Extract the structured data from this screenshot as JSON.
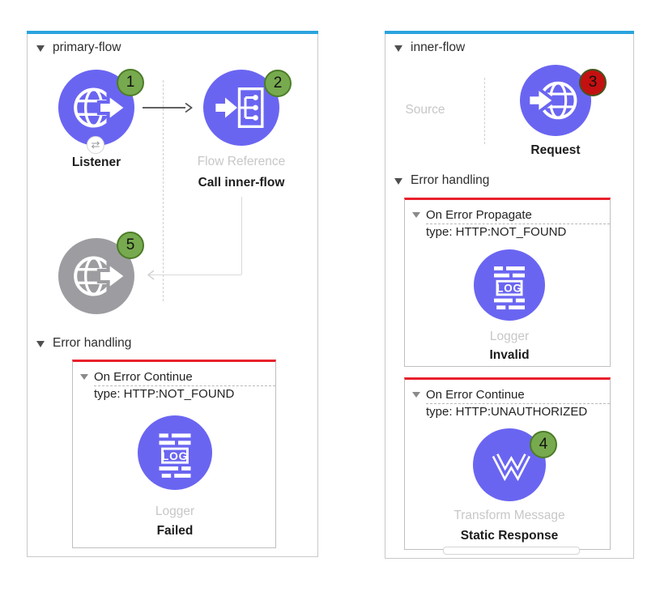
{
  "colors": {
    "node_blue": "#6A65F1",
    "node_gray": "#9D9DA1",
    "flow_selected_bar_blue": "#2BA3DE",
    "error_scope_bar_red": "#E8212B",
    "badge_green": "#77AA4E",
    "badge_red": "#C41010"
  },
  "icons": {
    "exchange_glyph": "⇄"
  },
  "primary_flow": {
    "title": "primary-flow",
    "listener": {
      "name": "Listener",
      "badge": "1"
    },
    "flow_reference": {
      "type_label": "Flow Reference",
      "name": "Call inner-flow",
      "badge": "2"
    },
    "outbound_endpoint": {
      "badge": "5"
    },
    "error_handling": {
      "title": "Error handling",
      "scope": {
        "title": "On Error Continue",
        "type": "type: HTTP:NOT_FOUND",
        "logger": {
          "type_label": "Logger",
          "name": "Failed"
        }
      }
    }
  },
  "inner_flow": {
    "title": "inner-flow",
    "source_label": "Source",
    "request": {
      "name": "Request",
      "badge": "3"
    },
    "error_handling": {
      "title": "Error handling",
      "scopes": [
        {
          "title": "On Error Propagate",
          "type": "type: HTTP:NOT_FOUND",
          "component": {
            "type_label": "Logger",
            "name": "Invalid"
          }
        },
        {
          "title": "On Error Continue",
          "type": "type: HTTP:UNAUTHORIZED",
          "badge": "4",
          "component": {
            "type_label": "Transform Message",
            "name": "Static Response"
          }
        }
      ]
    }
  }
}
